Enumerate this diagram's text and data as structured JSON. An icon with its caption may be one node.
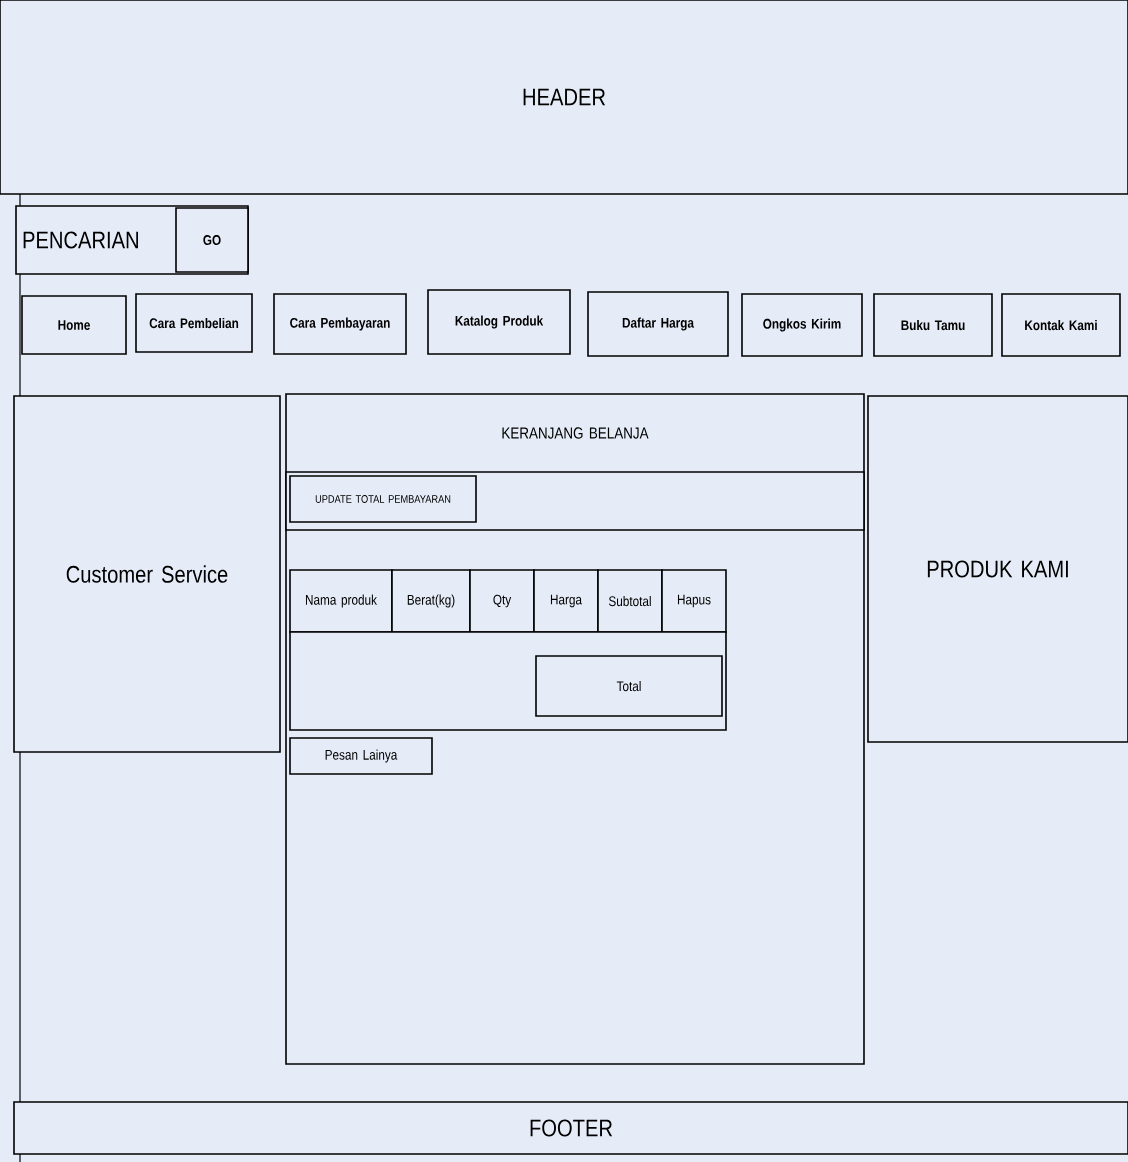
{
  "diagram": {
    "nodes": [
      {
        "text": [
          "HEADER"
        ]
      },
      {
        "text": [
          "PENCARIAN"
        ]
      },
      {
        "text": [
          "GO"
        ],
        "in": 1
      },
      {
        "text": [
          "Home"
        ]
      },
      {
        "text": [
          "Cara Pembelian"
        ]
      },
      {
        "text": [
          "Cara Pembayaran"
        ]
      },
      {
        "text": [
          "Katalog Produk"
        ]
      },
      {
        "text": [
          "Daftar Harga"
        ]
      },
      {
        "text": [
          "Ongkos Kirim"
        ]
      },
      {
        "text": [
          "Buku Tamu"
        ]
      },
      {
        "text": [
          "Kontak Kami"
        ]
      },
      {
        "text": [
          "Customer Service"
        ]
      },
      {
        "text": [
          "KERANJANG BELANJA"
        ]
      },
      {
        "text": [],
        "shape": "box",
        "in": 12
      },
      {
        "text": [
          "UPDATE TOTAL PEMBAYARAN"
        ],
        "in": 13
      },
      {
        "text": [
          "Nama produk"
        ],
        "in": 12
      },
      {
        "text": [
          "Berat(kg)"
        ],
        "in": 12
      },
      {
        "text": [
          "Qty"
        ],
        "in": 12
      },
      {
        "text": [
          "Harga"
        ],
        "in": 12
      },
      {
        "text": [
          "Subtotal"
        ],
        "in": 12
      },
      {
        "text": [
          "Hapus"
        ],
        "in": 12
      },
      {
        "text": [],
        "shape": "box",
        "in": 12
      },
      {
        "text": [
          "Total"
        ],
        "in": 21
      },
      {
        "text": [
          "Pesan Lainya"
        ],
        "in": 12
      },
      {
        "text": [
          "PRODUK KAMI"
        ]
      },
      {
        "text": [
          "FOOTER"
        ]
      }
    ]
  }
}
